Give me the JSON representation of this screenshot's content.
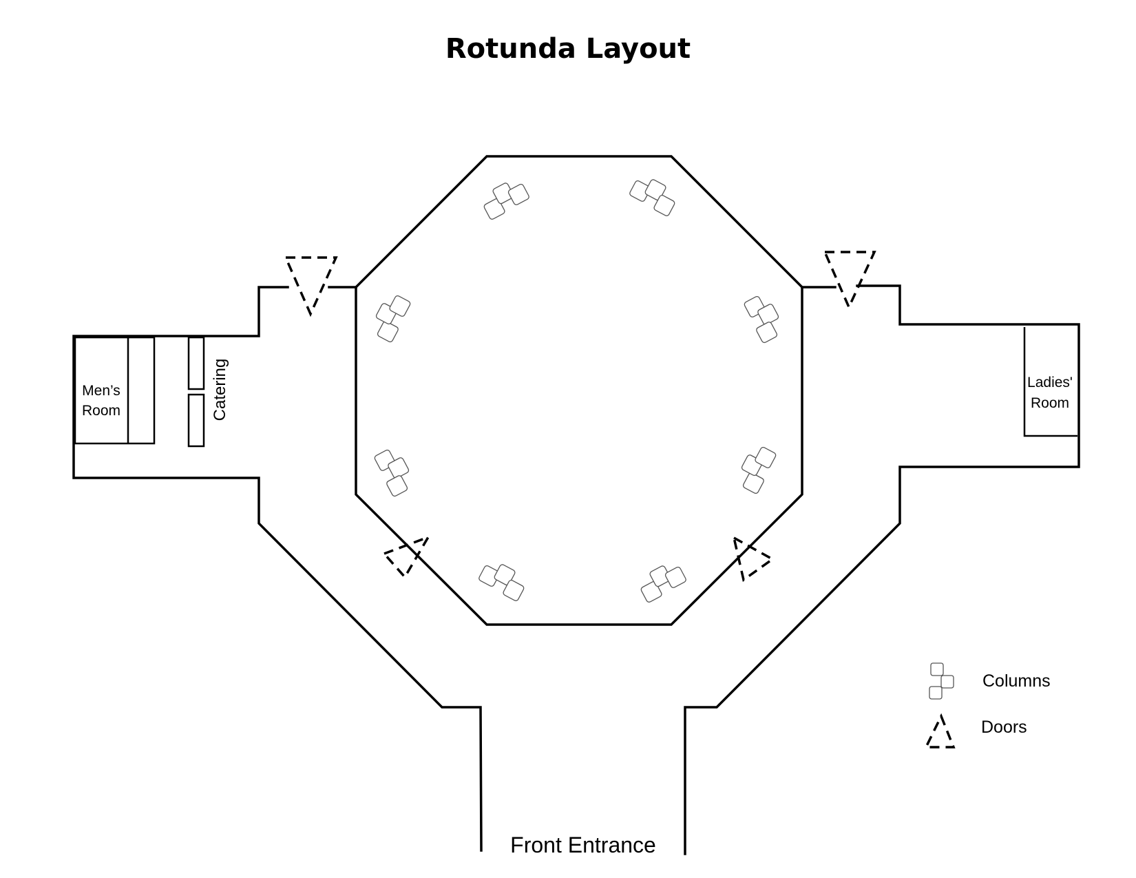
{
  "title": "Rotunda Layout",
  "labels": {
    "mens_room_line1": "Men’s",
    "mens_room_line2": "Room",
    "catering": "Catering",
    "ladies_room_line1": "Ladies'",
    "ladies_room_line2": "Room",
    "front_entrance": "Front Entrance"
  },
  "legend": {
    "columns": "Columns",
    "doors": "Doors"
  },
  "icons": {
    "column": "column-cluster-icon",
    "door": "dashed-triangle-door-icon"
  }
}
